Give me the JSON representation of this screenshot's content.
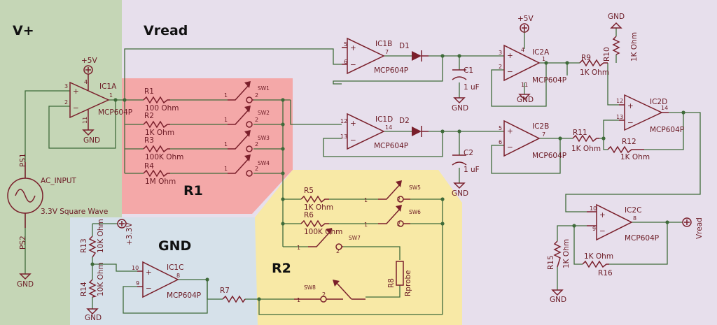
{
  "regions": {
    "vplus": {
      "label": "V+",
      "color": "#c5d6b6"
    },
    "vread": {
      "label": "Vread",
      "color": "#e7dfec"
    },
    "r1": {
      "label": "R1",
      "color": "#f4a8a8"
    },
    "r2": {
      "label": "R2",
      "color": "#f8e9a6"
    },
    "gnd": {
      "label": "GND",
      "color": "#d6e1ea"
    }
  },
  "opamps": {
    "ic1a": {
      "ref": "IC1A",
      "part": "MCP604P",
      "pin_plus": "3",
      "pin_minus": "2",
      "pin_out": "1",
      "pin_vcc": "4",
      "pin_gnd": "11"
    },
    "ic1b": {
      "ref": "IC1B",
      "part": "MCP604P",
      "pin_plus": "5",
      "pin_minus": "6",
      "pin_out": "7"
    },
    "ic1d": {
      "ref": "IC1D",
      "part": "MCP604P",
      "pin_plus": "12",
      "pin_minus": "13",
      "pin_out": "14"
    },
    "ic2a": {
      "ref": "IC2A",
      "part": "MCP604P",
      "pin_plus": "3",
      "pin_minus": "2",
      "pin_out": "1",
      "pin_vcc": "4",
      "pin_gnd": "11"
    },
    "ic2b": {
      "ref": "IC2B",
      "part": "MCP604P",
      "pin_plus": "5",
      "pin_minus": "6",
      "pin_out": "7"
    },
    "ic2d": {
      "ref": "IC2D",
      "part": "MCP604P",
      "pin_plus": "12",
      "pin_minus": "13",
      "pin_out": "14"
    },
    "ic2c": {
      "ref": "IC2C",
      "part": "MCP604P",
      "pin_plus": "10",
      "pin_minus": "9",
      "pin_out": "8"
    },
    "ic1c": {
      "ref": "IC1C",
      "part": "MCP604P",
      "pin_plus": "10",
      "pin_minus": "9",
      "pin_out": "8"
    }
  },
  "resistors": {
    "r1": {
      "ref": "R1",
      "value": "100 Ohm"
    },
    "r2": {
      "ref": "R2",
      "value": "1K Ohm"
    },
    "r3": {
      "ref": "R3",
      "value": "100K Ohm"
    },
    "r4": {
      "ref": "R4",
      "value": "1M Ohm"
    },
    "r5": {
      "ref": "R5",
      "value": "1K Ohm"
    },
    "r6": {
      "ref": "R6",
      "value": "100K Ohm"
    },
    "r7": {
      "ref": "R7",
      "value": ""
    },
    "r8": {
      "ref": "R8",
      "value": "Rprobe"
    },
    "r9": {
      "ref": "R9",
      "value": "1K Ohm"
    },
    "r10": {
      "ref": "R10",
      "value": "1K Ohm"
    },
    "r11": {
      "ref": "R11",
      "value": "1K Ohm"
    },
    "r12": {
      "ref": "R12",
      "value": "1K Ohm"
    },
    "r13": {
      "ref": "R13",
      "value": "10K Ohm"
    },
    "r14": {
      "ref": "R14",
      "value": "10K Ohm"
    },
    "r15": {
      "ref": "R15",
      "value": "1K Ohm"
    },
    "r16": {
      "ref": "R16",
      "value": "1K Ohm"
    }
  },
  "switches": {
    "sw1": {
      "ref": "SW1",
      "pin1": "1",
      "pin2": "2"
    },
    "sw2": {
      "ref": "SW2",
      "pin1": "1",
      "pin2": "2"
    },
    "sw3": {
      "ref": "SW3",
      "pin1": "1",
      "pin2": "2"
    },
    "sw4": {
      "ref": "SW4",
      "pin1": "1",
      "pin2": "2"
    },
    "sw5": {
      "ref": "SW5",
      "pin1": "1",
      "pin2": "2"
    },
    "sw6": {
      "ref": "SW6",
      "pin1": "1",
      "pin2": "2"
    },
    "sw7": {
      "ref": "SW7",
      "pin1": "1",
      "pin2": "2"
    },
    "sw8": {
      "ref": "SW8",
      "pin1": "1",
      "pin2": "2"
    }
  },
  "diodes": {
    "d1": {
      "ref": "D1"
    },
    "d2": {
      "ref": "D2"
    }
  },
  "capacitors": {
    "c1": {
      "ref": "C1",
      "value": "1 uF"
    },
    "c2": {
      "ref": "C2",
      "value": "1 uF"
    }
  },
  "source": {
    "ref_top": "PS1",
    "ref_bottom": "PS2",
    "name": "AC_INPUT",
    "value": "3.3V Square Wave"
  },
  "supplies": {
    "plus5": "+5V",
    "plus33": "+3.3V",
    "gnd": "GND",
    "vread": "Vread"
  }
}
